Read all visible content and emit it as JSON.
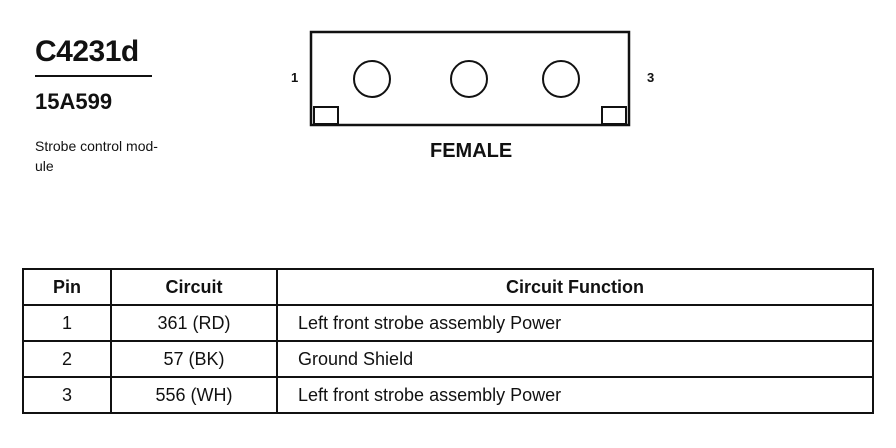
{
  "connector": {
    "id": "C4231d",
    "part_number": "15A599",
    "description": "Strobe control mod- ule",
    "description_lines": [
      "Strobe control mod-",
      "ule"
    ],
    "pin_label_left": "1",
    "pin_label_right": "3",
    "gender": "FEMALE",
    "cavities": 3
  },
  "table": {
    "headers": [
      "Pin",
      "Circuit",
      "Circuit Function"
    ],
    "rows": [
      {
        "pin": "1",
        "circuit": "361 (RD)",
        "function": "Left front strobe assembly Power"
      },
      {
        "pin": "2",
        "circuit": "57 (BK)",
        "function": "Ground Shield"
      },
      {
        "pin": "3",
        "circuit": "556 (WH)",
        "function": "Left front strobe assembly Power"
      }
    ]
  }
}
